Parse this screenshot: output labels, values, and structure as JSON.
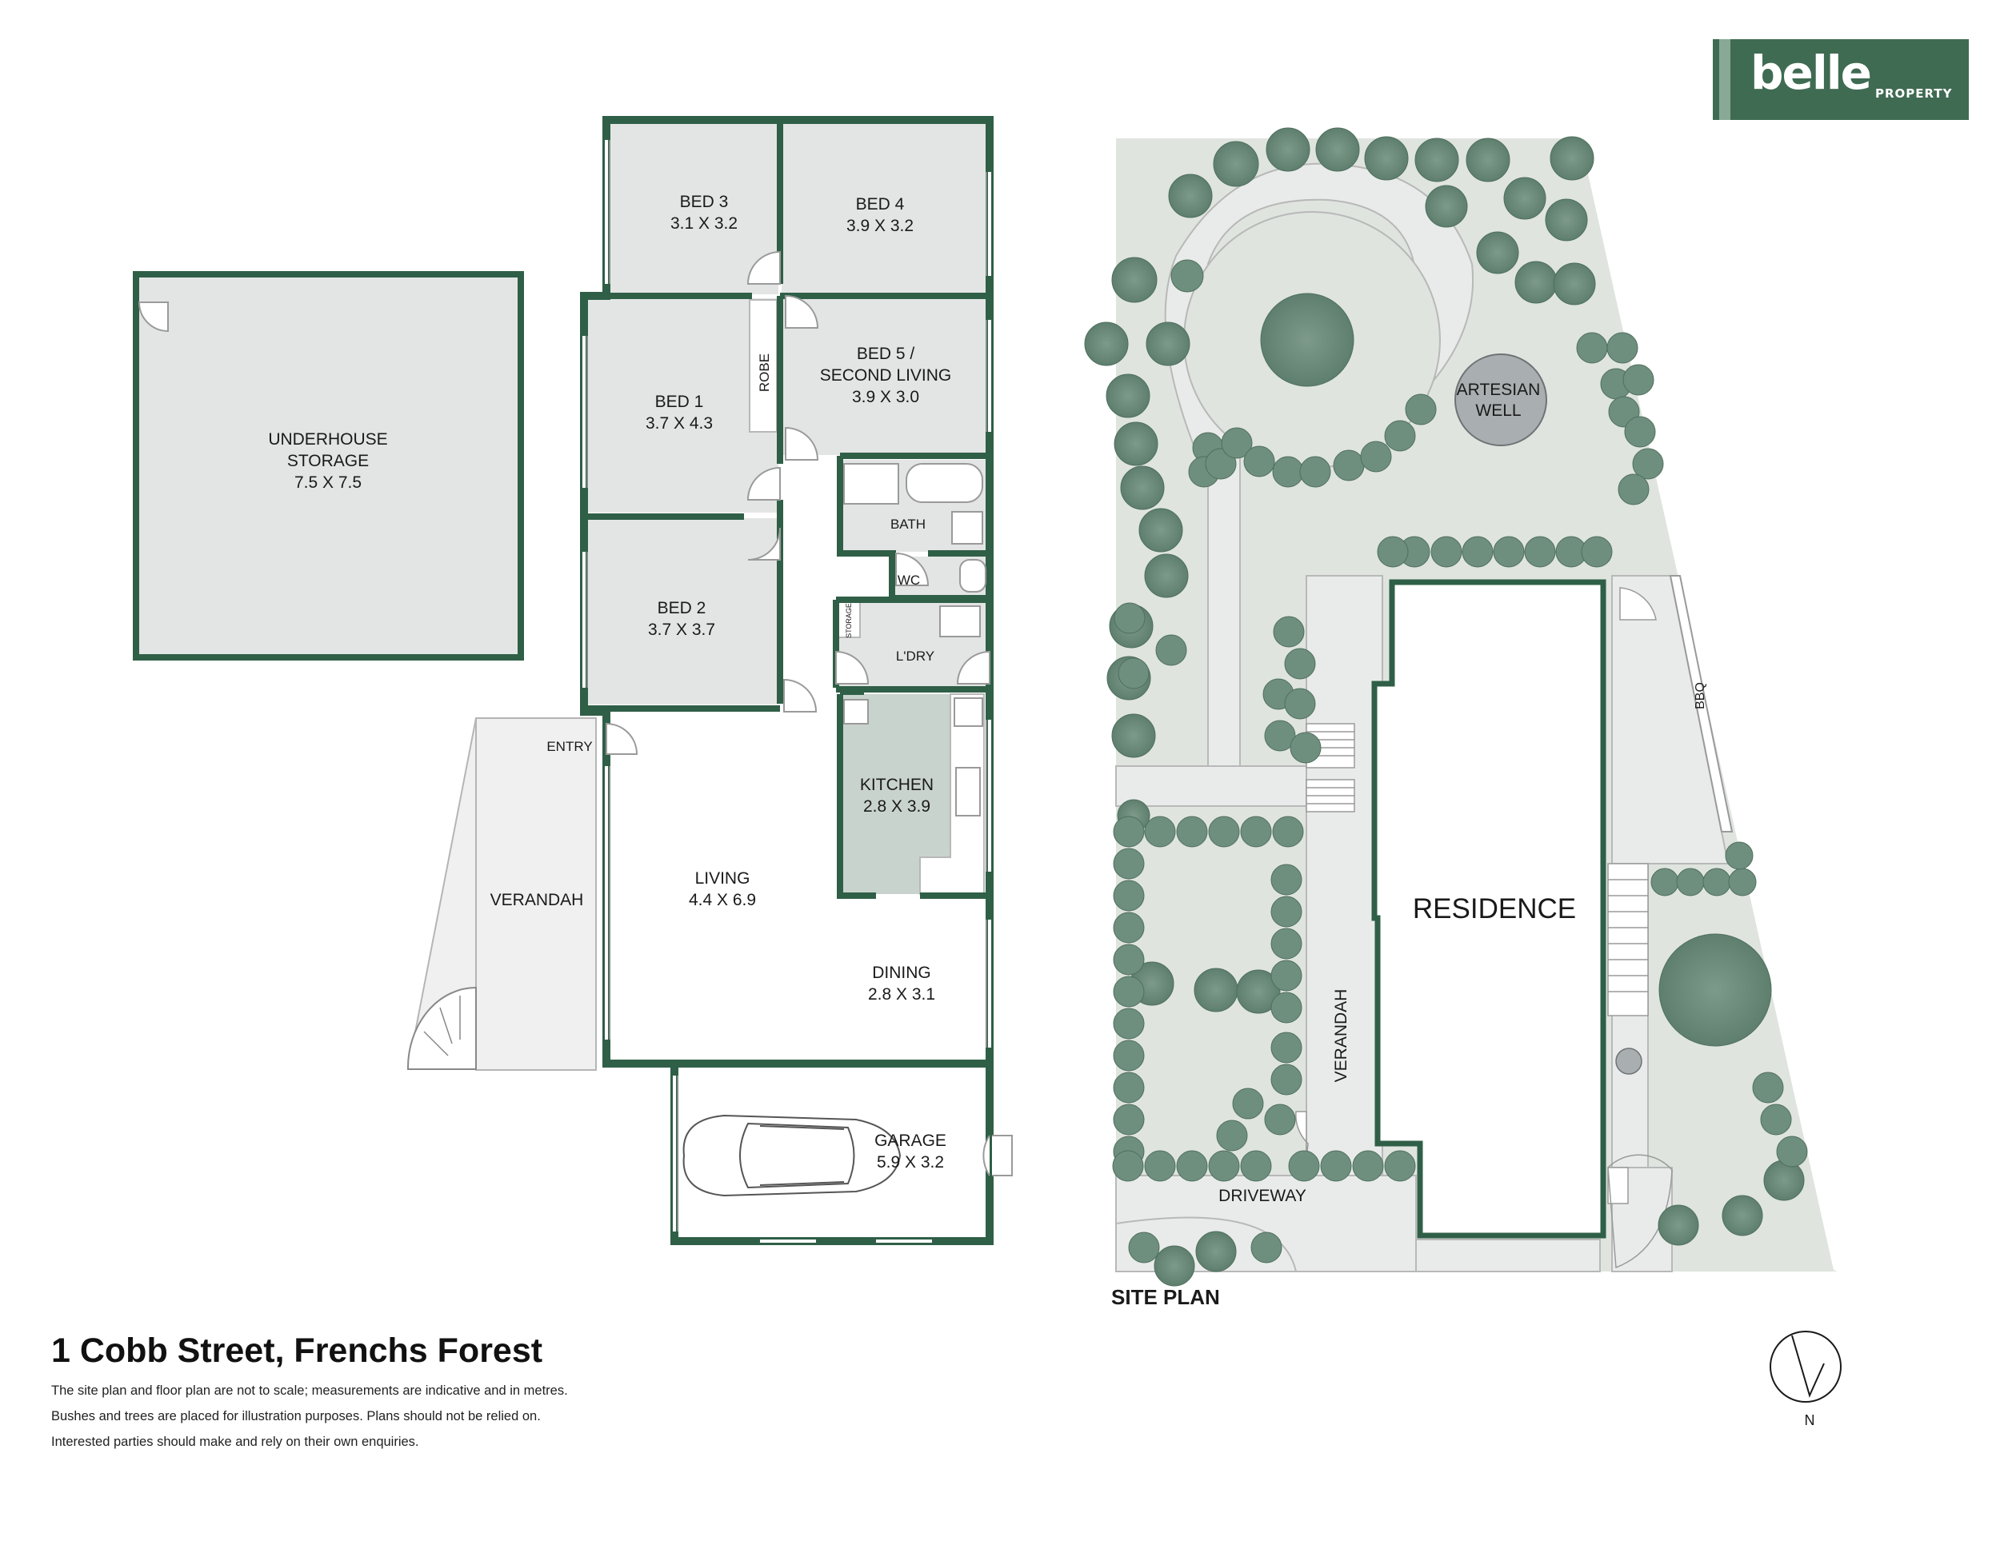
{
  "brand": {
    "logo_text": "belle",
    "logo_subtext": "PROPERTY",
    "color": "#3f6b52"
  },
  "colors": {
    "wall": "#2f5f47",
    "room": "#e3e5e4",
    "kitchen": "#c9d3ce",
    "site_bg": "#dfe4df",
    "tree": "#6f8f7e",
    "path": "#e9ebea"
  },
  "floor_plan": {
    "rooms": [
      {
        "id": "underhouse",
        "name": "UNDERHOUSE\nSTORAGE",
        "dims": "7.5 X 7.5"
      },
      {
        "id": "bed3",
        "name": "BED 3",
        "dims": "3.1 X 3.2"
      },
      {
        "id": "bed4",
        "name": "BED 4",
        "dims": "3.9 X 3.2"
      },
      {
        "id": "bed1",
        "name": "BED 1",
        "dims": "3.7 X 4.3"
      },
      {
        "id": "bed5",
        "name": "BED 5 /\nSECOND LIVING",
        "dims": "3.9 X 3.0"
      },
      {
        "id": "bed2",
        "name": "BED 2",
        "dims": "3.7 X 3.7"
      },
      {
        "id": "kitchen",
        "name": "KITCHEN",
        "dims": "2.8 X 3.9"
      },
      {
        "id": "living",
        "name": "LIVING",
        "dims": "4.4 X 6.9"
      },
      {
        "id": "dining",
        "name": "DINING",
        "dims": "2.8 X 3.1"
      },
      {
        "id": "garage",
        "name": "GARAGE",
        "dims": "5.9 X 3.2"
      }
    ],
    "small_labels": {
      "robe": "ROBE",
      "bath": "BATH",
      "wc": "WC",
      "laundry": "L'DRY",
      "storage": "STORAGE",
      "entry": "ENTRY",
      "verandah": "VERANDAH"
    }
  },
  "site_plan": {
    "title": "SITE PLAN",
    "labels": {
      "residence": "RESIDENCE",
      "artesian_well": "ARTESIAN\nWELL",
      "verandah": "VERANDAH",
      "driveway": "DRIVEWAY",
      "bbq": "BBQ"
    },
    "compass": "N"
  },
  "footer": {
    "address": "1 Cobb Street, Frenchs Forest",
    "disclaimer_lines": [
      "The site plan and floor plan are not to scale; measurements are indicative and in metres.",
      "Bushes and trees are placed for illustration purposes. Plans should not be relied on.",
      "Interested parties should make and rely on their own enquiries."
    ]
  }
}
